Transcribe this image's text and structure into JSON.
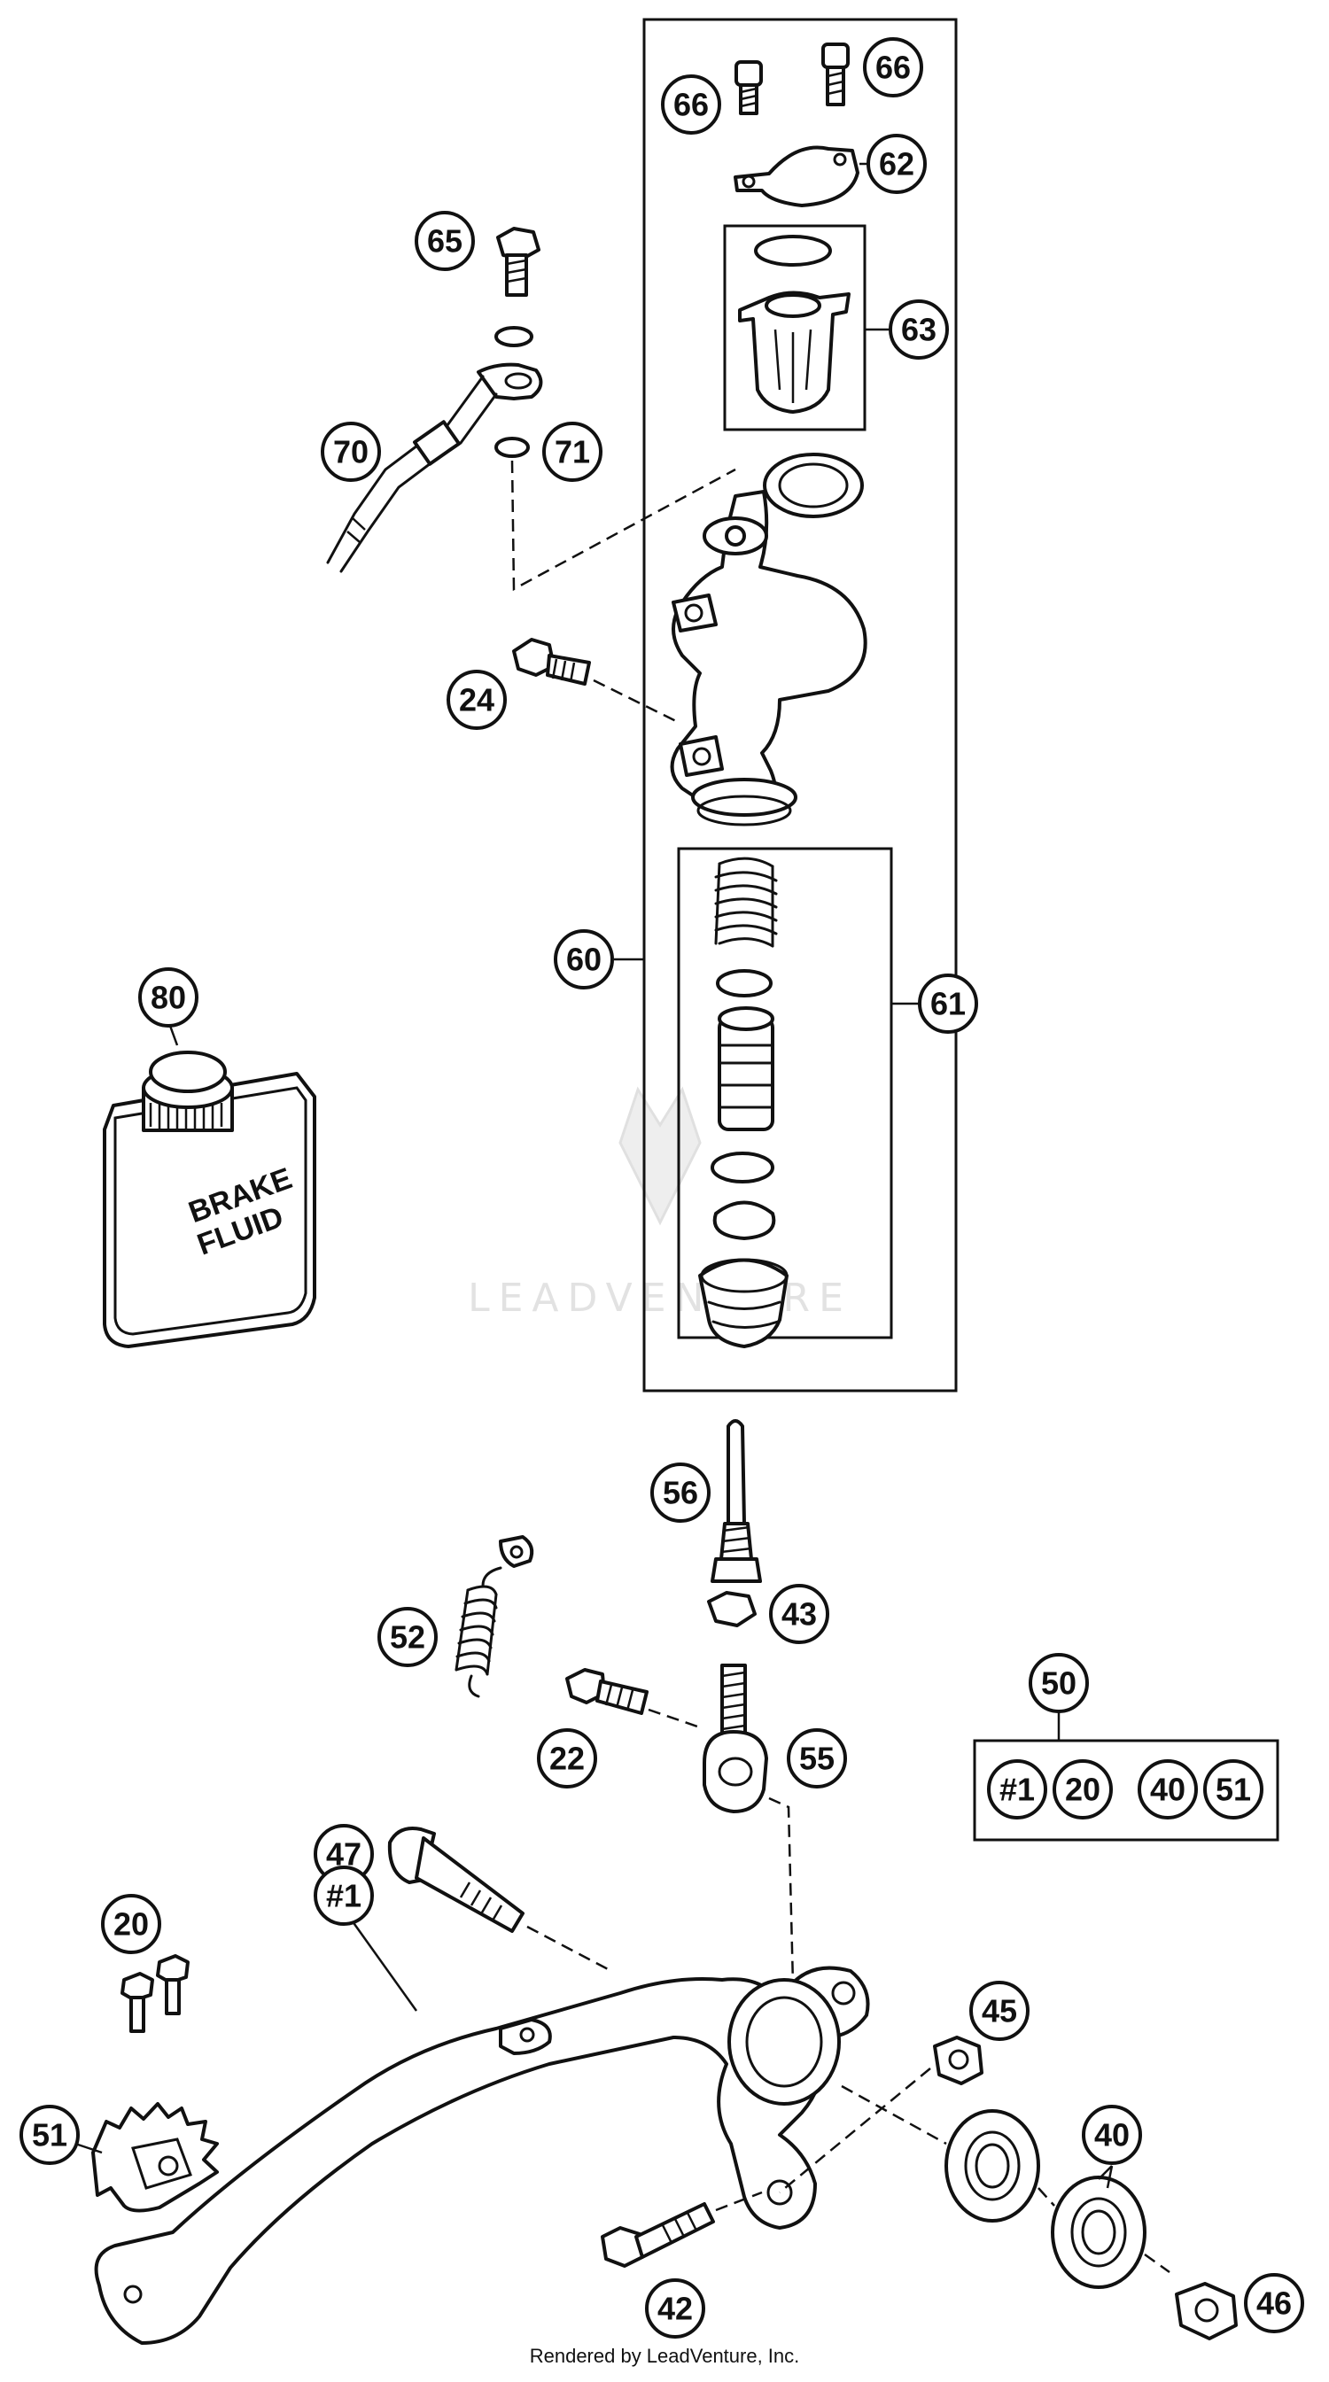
{
  "diagram": {
    "callouts": {
      "c66a": "66",
      "c66b": "66",
      "c62": "62",
      "c63": "63",
      "c65": "65",
      "c70": "70",
      "c71": "71",
      "c24": "24",
      "c60": "60",
      "c61": "61",
      "c80": "80",
      "c56": "56",
      "c43": "43",
      "c52": "52",
      "c22": "22",
      "c55": "55",
      "c50": "50",
      "k1": "#1",
      "k20": "20",
      "k40": "40",
      "k51": "51",
      "c47": "47",
      "c20": "20",
      "c1": "#1",
      "c45": "45",
      "c51": "51",
      "c40": "40",
      "c42": "42",
      "c46": "46"
    },
    "can_label_line1": "BRAKE",
    "can_label_line2": "FLUID",
    "watermark": "LEADVENTURE",
    "footer": "Rendered by LeadVenture, Inc."
  }
}
